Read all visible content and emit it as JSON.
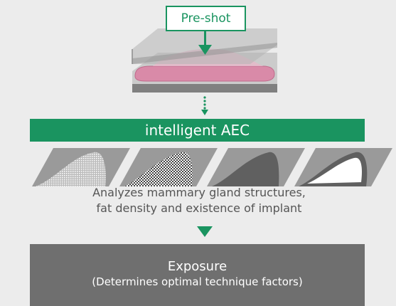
{
  "diagram": {
    "preshot_label": "Pre-shot",
    "aec_label": "intelligent AEC",
    "analysis_line1": "Analyzes mammary gland structures,",
    "analysis_line2": "fat density and existence of implant",
    "exposure_title": "Exposure",
    "exposure_subtitle": "(Determines optimal technique factors)"
  },
  "colors": {
    "green": "#1a9460",
    "dark_gray": "#6f6f6f",
    "breast_pink": "#d98aa8",
    "background": "#ececec"
  },
  "icons": {
    "compression_paddle": "breast-compression-icon",
    "arrow_down": "arrow-down-icon",
    "dotted_arrow": "dotted-arrow-icon",
    "triangle": "triangle-down-icon",
    "tissue_patterns": [
      "fine-texture-tissue-icon",
      "dense-texture-tissue-icon",
      "fat-tissue-icon",
      "implant-tissue-icon"
    ]
  }
}
